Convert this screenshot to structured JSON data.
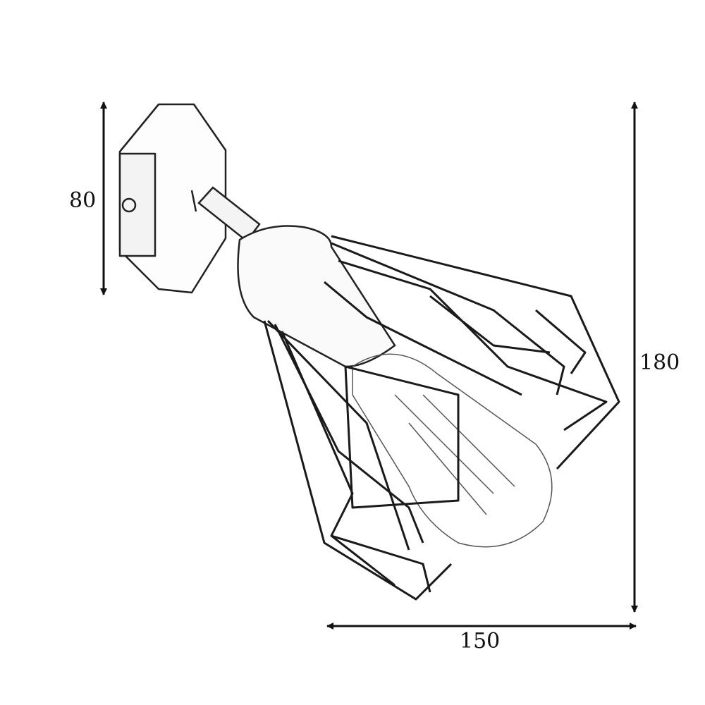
{
  "dimensions": {
    "height_mount": "80",
    "height_total": "180",
    "width_total": "150"
  },
  "colors": {
    "line": "#111111",
    "background": "#ffffff"
  }
}
